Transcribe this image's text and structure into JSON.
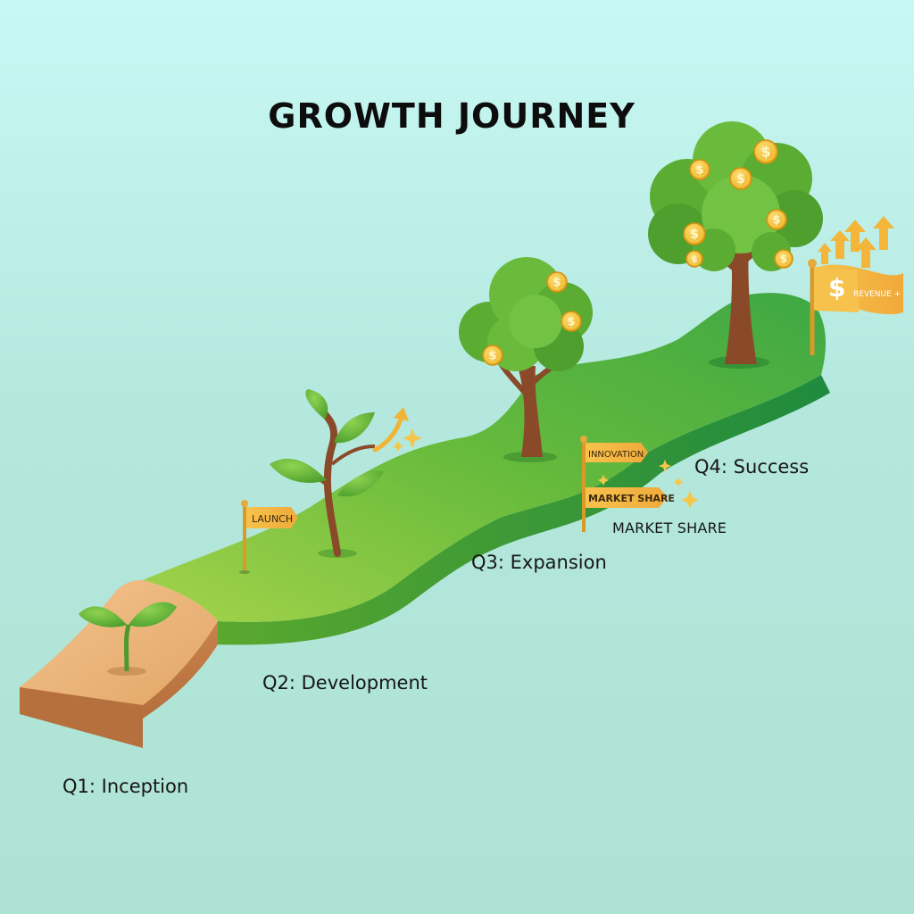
{
  "title": "GROWTH JOURNEY",
  "stages": [
    {
      "label": "Q1: Inception"
    },
    {
      "label": "Q2: Development"
    },
    {
      "label": "Q3: Expansion"
    },
    {
      "label": "Q4: Success"
    }
  ],
  "flags": {
    "launch": "LAUNCH",
    "innovation": "INNOVATION",
    "market_share": "MARKET SHARE",
    "revenue": "REVENUE +"
  },
  "market_share_caption": "MARKET SHARE",
  "coin_symbol": "$",
  "colors": {
    "path_green": "#5fb83a",
    "path_side": "#2f8f3a",
    "soil": "#e9b27a",
    "flag": "#f5b840",
    "coin": "#f3c131",
    "trunk": "#8a4a2a"
  }
}
